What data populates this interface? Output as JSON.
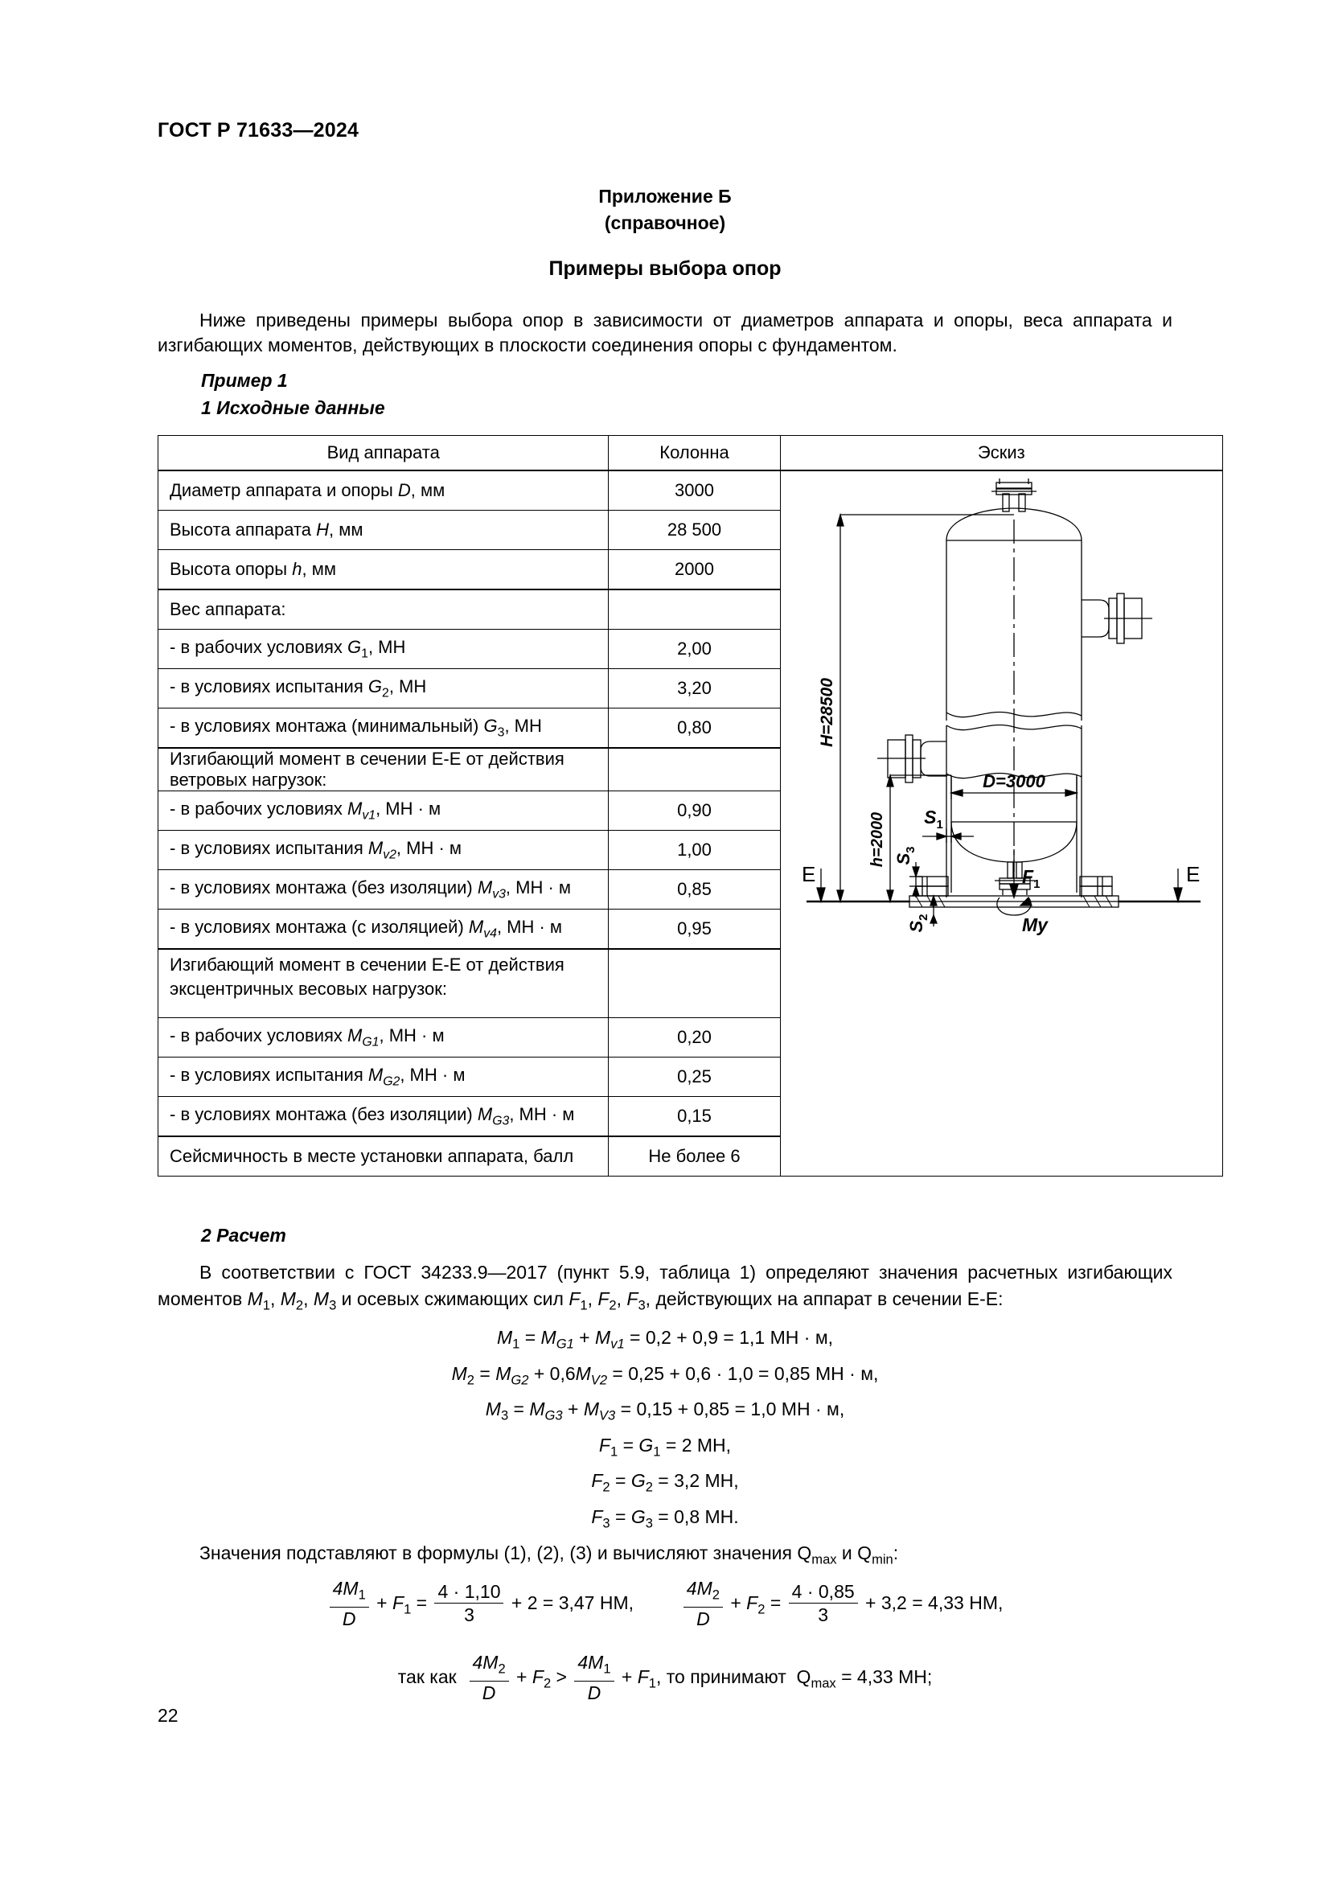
{
  "header": {
    "standard_id": "ГОСТ Р 71633—2024",
    "page_number": "22"
  },
  "annex": {
    "line1": "Приложение Б",
    "line2": "(справочное)",
    "title": "Примеры выбора опор"
  },
  "intro": {
    "paragraph": "Ниже приведены примеры выбора опор в зависимости от диаметров аппарата и опоры, веса аппарата и изгибающих моментов, действующих в плоскости соединения опоры с фундаментом.",
    "example_label": "Пример 1",
    "section1_label": "1  Исходные данные"
  },
  "table": {
    "headers": [
      "Вид аппарата",
      "Колонна",
      "Эскиз"
    ],
    "rows": [
      {
        "type": "data",
        "label_prefix": "",
        "label": "Диаметр аппарата и опоры ",
        "sym": "D",
        "sub": "",
        "label_suffix": ", мм",
        "value": "3000"
      },
      {
        "type": "data",
        "label_prefix": "",
        "label": "Высота аппарата ",
        "sym": "H",
        "sub": "",
        "label_suffix": ", мм",
        "value": "28 500"
      },
      {
        "type": "data",
        "label_prefix": "",
        "label": "Высота опоры ",
        "sym": "h",
        "sub": "",
        "label_suffix": ", мм",
        "value": "2000"
      },
      {
        "type": "group",
        "label": "Вес аппарата:",
        "value": ""
      },
      {
        "type": "data",
        "label_prefix": "-  ",
        "label": "в рабочих условиях ",
        "sym": "G",
        "sub": "1",
        "label_suffix": ", МН",
        "value": "2,00"
      },
      {
        "type": "data",
        "label_prefix": "-  ",
        "label": "в условиях испытания ",
        "sym": "G",
        "sub": "2",
        "label_suffix": ", МН",
        "value": "3,20"
      },
      {
        "type": "data",
        "label_prefix": "-  ",
        "label": "в условиях монтажа (минимальный) ",
        "sym": "G",
        "sub": "3",
        "label_suffix": ", МН",
        "value": "0,80"
      },
      {
        "type": "group",
        "label": "Изгибающий момент в сечении Е-Е от действия ветровых нагрузок:",
        "value": ""
      },
      {
        "type": "data",
        "label_prefix": "-  ",
        "label": "в рабочих условиях ",
        "sym": "M",
        "sub": "v1",
        "label_suffix": ", МН · м",
        "value": "0,90"
      },
      {
        "type": "data",
        "label_prefix": "-  ",
        "label": "в условиях испытания ",
        "sym": "M",
        "sub": "v2",
        "label_suffix": ", МН · м",
        "value": "1,00"
      },
      {
        "type": "data",
        "label_prefix": "-  ",
        "label": "в условиях монтажа (без изоляции) ",
        "sym": "M",
        "sub": "v3",
        "label_suffix": ", МН · м",
        "value": "0,85"
      },
      {
        "type": "data",
        "label_prefix": "-  ",
        "label": "в условиях монтажа (с изоляцией) ",
        "sym": "M",
        "sub": "v4",
        "label_suffix": ", МН · м",
        "value": "0,95"
      },
      {
        "type": "group2",
        "label": "Изгибающий момент в сечении Е-Е от действия эксцентричных весовых нагрузок:",
        "value": ""
      },
      {
        "type": "data",
        "label_prefix": "-  ",
        "label": "в рабочих условиях ",
        "sym": "M",
        "sub": "G1",
        "label_suffix": ", МН · м",
        "value": "0,20"
      },
      {
        "type": "data",
        "label_prefix": "-  ",
        "label": "в условиях испытания ",
        "sym": "M",
        "sub": "G2",
        "label_suffix": ", МН · м",
        "value": "0,25"
      },
      {
        "type": "data",
        "label_prefix": "-  ",
        "label": "в условиях монтажа (без изоляции) ",
        "sym": "M",
        "sub": "G3",
        "label_suffix": ", МН · м",
        "value": "0,15"
      },
      {
        "type": "data",
        "label_prefix": "",
        "label": "Сейсмичность в месте установки аппарата, балл",
        "sym": "",
        "sub": "",
        "label_suffix": "",
        "value": "Не более 6"
      }
    ]
  },
  "sketch": {
    "height_label": "H=28500",
    "diameter_label": "D=3000",
    "support_height_label": "h=2000",
    "s1_label": "S",
    "s1_sub": "1",
    "s2_label": "S",
    "s2_sub": "2",
    "s3_label": "S",
    "s3_sub": "3",
    "force_label": "F",
    "force_sub": "1",
    "moment_label": "My",
    "section_left": "E",
    "section_right": "E"
  },
  "calc": {
    "heading": "2  Расчет",
    "intro": "В соответствии с ГОСТ 34233.9—2017 (пункт 5.9, таблица 1) определяют значения расчетных изгибающих моментов M1, M2, M3 и осевых сжимающих сил F1, F2, F3, действующих на аппарат в сечении Е-Е:",
    "formulas": [
      "M1 = MG1 + Mv1 = 0,2 + 0,9 = 1,1 МН · м,",
      "M2 = MG2 + 0,6Mv2 = 0,25 + 0,6 · 1,0 = 0,85 МН · м,",
      "M3 = MG3 + Mv3 = 0,15 + 0,85 = 1,0 МН · м,",
      "F1 = G1 = 2 МН,",
      "F2 = G2 = 3,2 МН,",
      "F3 = G3 = 0,8 МН."
    ],
    "substitute_text": "Значения подставляют в формулы (1), (2), (3) и вычисляют значения Qmax и Qmin:",
    "expr1": {
      "num1": "4M1",
      "den1": "D",
      "plus1": "F1",
      "eq": "=",
      "num2": "4 · 1,10",
      "den2": "3",
      "tail": "+ 2 = 3,47 НМ,"
    },
    "expr2": {
      "num1": "4M2",
      "den1": "D",
      "plus1": "F2",
      "eq": "=",
      "num2": "4 · 0,85",
      "den2": "3",
      "tail": "+ 3,2 = 4,33 НМ,"
    },
    "conclusion": {
      "lead": "так как",
      "numA": "4M2",
      "denA": "D",
      "termA": "F2",
      "gt": ">",
      "numB": "4M1",
      "denB": "D",
      "termB": "F1",
      "tail": ", то принимают",
      "result": "Qmax = 4,33 МН;"
    }
  }
}
